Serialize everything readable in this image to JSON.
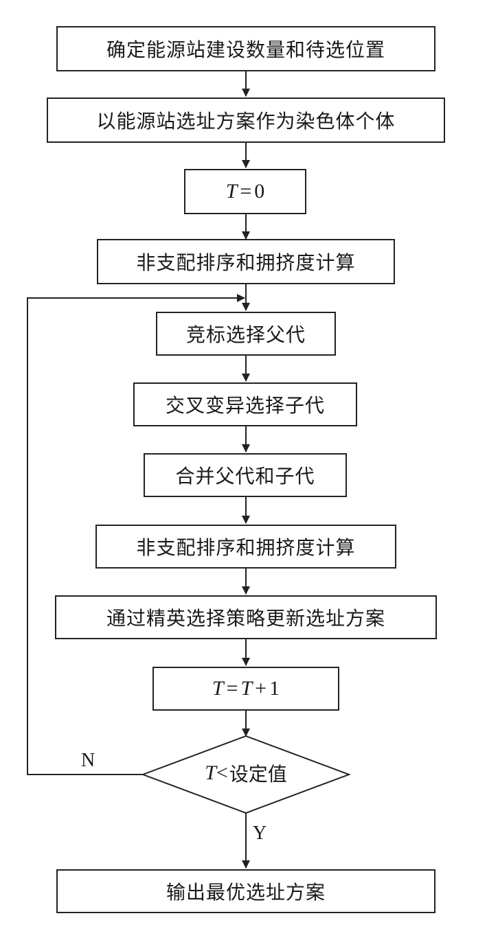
{
  "steps": {
    "determine_sites": "确定能源站建设数量和待选位置",
    "encode_chromosome": "以能源站选址方案作为染色体个体",
    "init_T": {
      "var": "T",
      "eq": "=",
      "value": "0"
    },
    "nondominated_sort_1": "非支配排序和拥挤度计算",
    "tournament_select": "竞标选择父代",
    "crossover_mutation": "交叉变异选择子代",
    "merge": "合并父代和子代",
    "nondominated_sort_2": "非支配排序和拥挤度计算",
    "elite_update": "通过精英选择策略更新选址方案",
    "increment_T": {
      "lhs": "T",
      "eq": "=",
      "rhs": "T",
      "plus": "+",
      "one": "1"
    },
    "decision": {
      "var": "T",
      "op": "<",
      "text": "设定值"
    },
    "output": "输出最优选址方案"
  },
  "edge_labels": {
    "no": "N",
    "yes": "Y"
  },
  "colors": {
    "stroke": "#222222",
    "text": "#1a1a1a",
    "background": "#ffffff"
  }
}
